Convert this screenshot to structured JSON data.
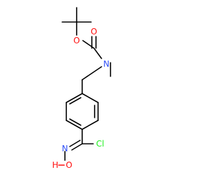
{
  "molecule": {
    "atoms": {
      "ester_oxygen": "O",
      "carbonyl_oxygen": "O",
      "amine_nitrogen": "N",
      "chlorine": "Cl",
      "oxime_nitrogen": "N",
      "hydroxyl": "O",
      "hydroxyl_hydrogen": "H"
    },
    "colors": {
      "oxygen": "#FF0D0D",
      "nitrogen": "#3050F8",
      "chlorine": "#1FF01F",
      "bond": "#000000"
    }
  }
}
